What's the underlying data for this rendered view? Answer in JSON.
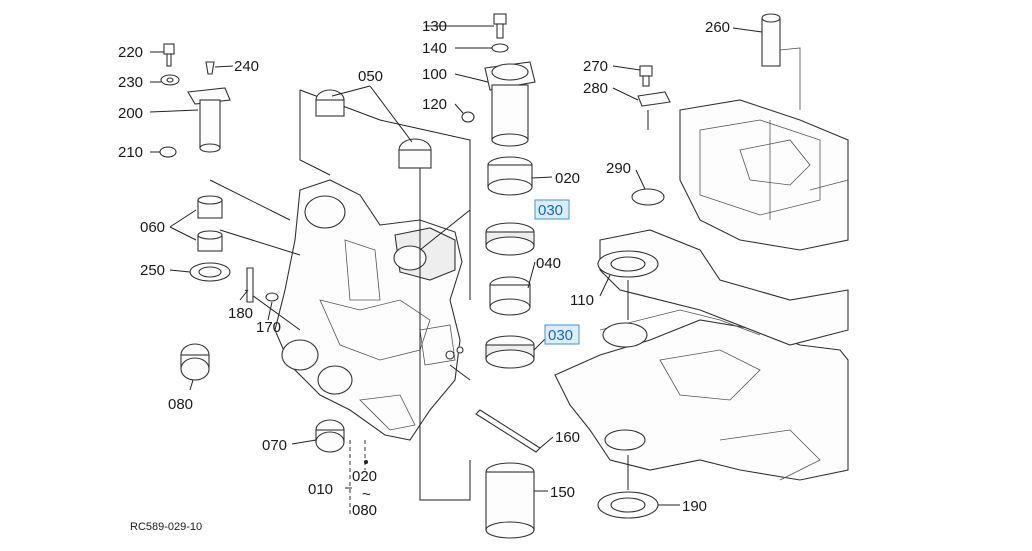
{
  "diagram_code": "RC589-029-10",
  "callouts": {
    "c010": "010",
    "c020": "020",
    "c020_range": "020",
    "c030_a": "030",
    "c030_b": "030",
    "c040": "040",
    "c050": "050",
    "c060": "060",
    "c070": "070",
    "c080": "080",
    "c080_range": "080",
    "c100": "100",
    "c110": "110",
    "c120": "120",
    "c130": "130",
    "c140": "140",
    "c150": "150",
    "c160": "160",
    "c170": "170",
    "c180": "180",
    "c190": "190",
    "c200": "200",
    "c210": "210",
    "c220": "220",
    "c230": "230",
    "c240": "240",
    "c250": "250",
    "c260": "260",
    "c270": "270",
    "c280": "280",
    "c290": "290",
    "tilde": "~"
  },
  "highlight_color": "#1565c0"
}
